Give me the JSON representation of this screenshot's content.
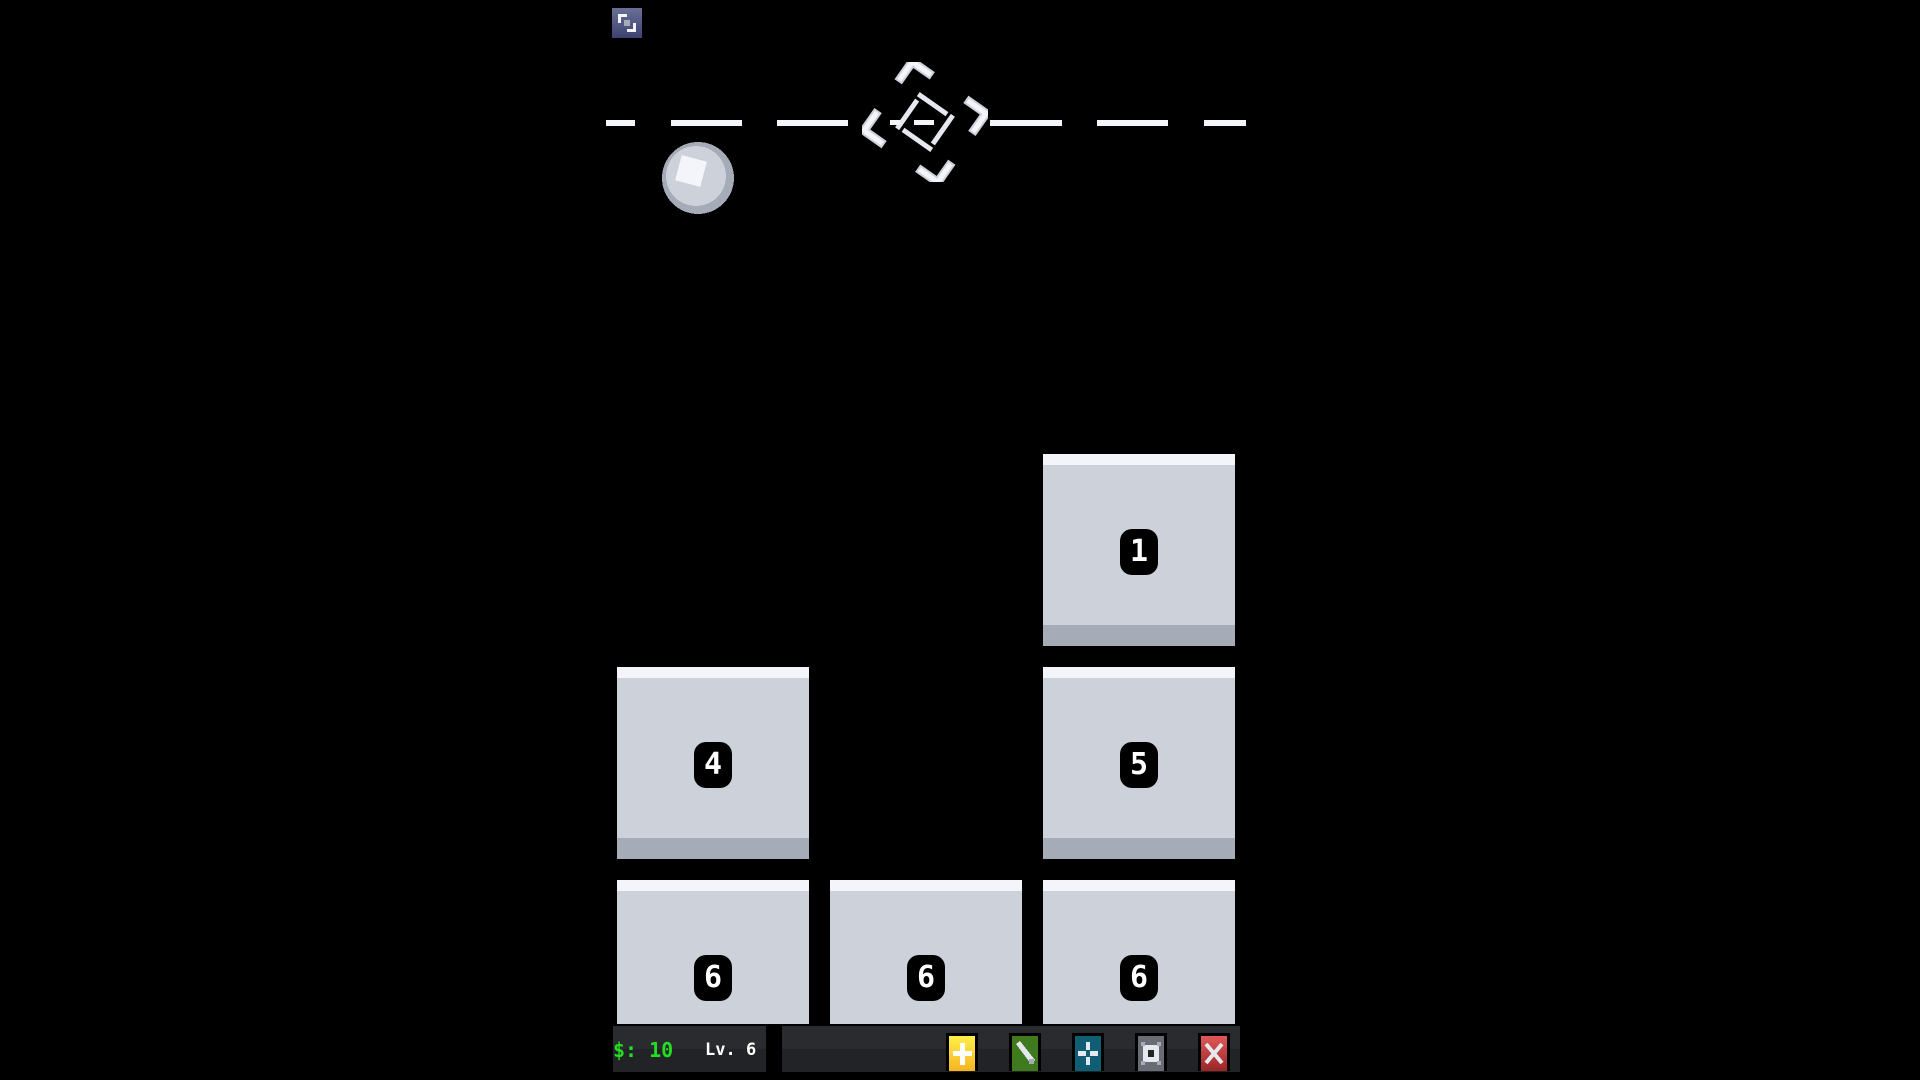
{
  "hud": {
    "fullscreen_icon": "fullscreen-toggle-icon",
    "money_label": "$: 10",
    "money_value": 10,
    "level_label": "Lv. 6",
    "level_value": 6
  },
  "aim": {
    "ball_icon": "ball-icon",
    "reticle_icon": "aim-reticle-icon",
    "guide_line": "dashed-aim-line"
  },
  "blocks": [
    {
      "row": 0,
      "col": 2,
      "value": "1"
    },
    {
      "row": 1,
      "col": 0,
      "value": "4"
    },
    {
      "row": 1,
      "col": 2,
      "value": "5"
    },
    {
      "row": 2,
      "col": 0,
      "value": "6"
    },
    {
      "row": 2,
      "col": 1,
      "value": "6"
    },
    {
      "row": 2,
      "col": 2,
      "value": "6"
    }
  ],
  "toolbar": {
    "buttons": [
      {
        "name": "add-ball-button",
        "icon": "plus-icon",
        "color": "#f5d63a"
      },
      {
        "name": "laser-button",
        "icon": "laser-icon",
        "color": "#3f7a1e"
      },
      {
        "name": "split-button",
        "icon": "crosshair-icon",
        "color": "#0f5e74"
      },
      {
        "name": "settings-button",
        "icon": "gear-icon",
        "color": "#6a6c75"
      },
      {
        "name": "quit-button",
        "icon": "close-icon",
        "color": "#c23a3a"
      }
    ]
  },
  "colors": {
    "background": "#000000",
    "block_face": "#cdd1da",
    "block_highlight": "#f4f5fa",
    "block_shadow": "#a5acb7",
    "money_text": "#22dd22"
  }
}
